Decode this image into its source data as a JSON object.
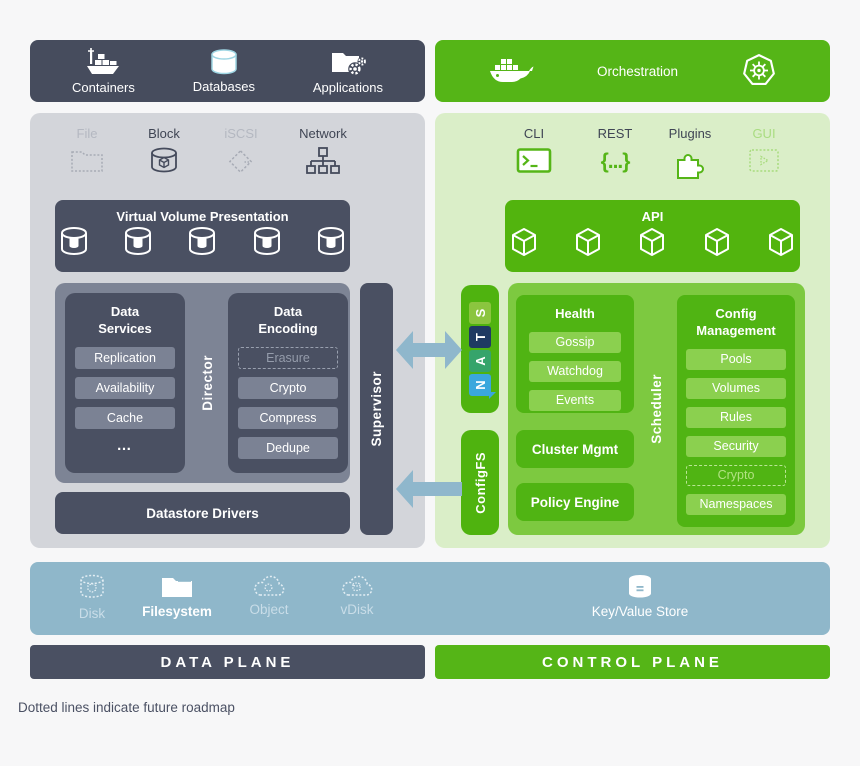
{
  "colors": {
    "dark_slate": "#4a5062",
    "topbar_dark": "#464c5d",
    "green": "#55b517",
    "green_block": "#50b413",
    "green_container": "#7dc940",
    "panel_gray": "#d3d5da",
    "panel_light_green": "#daeec8",
    "pill_gray": "#7b8294",
    "pill_green": "#8bd04f",
    "steel_blue": "#8fb7ca",
    "nats_blue": "#3aa7dd",
    "nats_green": "#36a46b",
    "nats_navy": "#1f3a62",
    "nats_lime": "#8bc53f"
  },
  "workloads_bar": {
    "items": [
      {
        "label": "Containers"
      },
      {
        "label": "Databases"
      },
      {
        "label": "Applications"
      }
    ]
  },
  "orchestration_bar": {
    "label": "Orchestration"
  },
  "data_plane": {
    "access": [
      {
        "label": "File"
      },
      {
        "label": "Block"
      },
      {
        "label": "iSCSI"
      },
      {
        "label": "Network"
      }
    ],
    "virtual_volume_presentation": {
      "title": "Virtual Volume Presentation"
    },
    "data_services": {
      "title": "Data Services",
      "items": [
        {
          "label": "Replication"
        },
        {
          "label": "Availability"
        },
        {
          "label": "Cache"
        },
        {
          "label": "…"
        }
      ]
    },
    "director": {
      "label": "Director"
    },
    "data_encoding": {
      "title": "Data Encoding",
      "items": [
        {
          "label": "Erasure"
        },
        {
          "label": "Crypto"
        },
        {
          "label": "Compress"
        },
        {
          "label": "Dedupe"
        }
      ]
    },
    "supervisor": {
      "label": "Supervisor"
    },
    "datastore_drivers": {
      "title": "Datastore Drivers"
    }
  },
  "control_plane": {
    "access": [
      {
        "label": "CLI"
      },
      {
        "label": "REST",
        "glyph": "{...}"
      },
      {
        "label": "Plugins"
      },
      {
        "label": "GUI"
      }
    ],
    "api": {
      "title": "API"
    },
    "nats": {
      "name": "NATS",
      "letters": [
        {
          "char": "N"
        },
        {
          "char": "A"
        },
        {
          "char": "T"
        },
        {
          "char": "S"
        }
      ]
    },
    "configfs": {
      "label": "ConfigFS"
    },
    "scheduler": {
      "label": "Scheduler"
    },
    "health": {
      "title": "Health",
      "items": [
        {
          "label": "Gossip"
        },
        {
          "label": "Watchdog"
        },
        {
          "label": "Events"
        }
      ]
    },
    "cluster_mgmt": {
      "title": "Cluster Mgmt"
    },
    "policy_engine": {
      "title": "Policy Engine"
    },
    "config_management": {
      "title": "Config Management",
      "items": [
        {
          "label": "Pools"
        },
        {
          "label": "Volumes"
        },
        {
          "label": "Rules"
        },
        {
          "label": "Security"
        },
        {
          "label": "Crypto"
        },
        {
          "label": "Namespaces"
        }
      ]
    }
  },
  "storage_bar": {
    "items": [
      {
        "label": "Disk"
      },
      {
        "label": "Filesystem"
      },
      {
        "label": "Object"
      },
      {
        "label": "vDisk"
      },
      {
        "label": "Key/Value Store"
      }
    ]
  },
  "planes": {
    "data": "DATA PLANE",
    "control": "CONTROL PLANE"
  },
  "footnote": "Dotted lines indicate future roadmap"
}
